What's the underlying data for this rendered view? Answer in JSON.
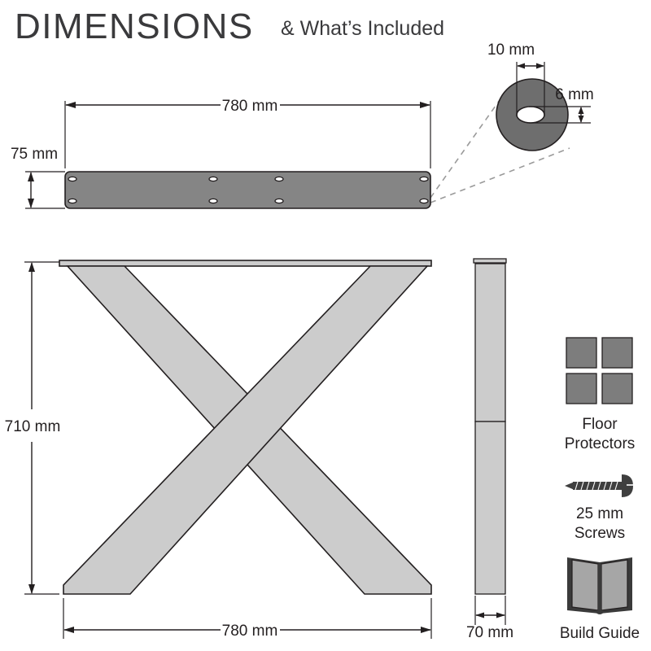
{
  "header": {
    "title_main": "DIMENSIONS",
    "title_sub": "& What’s Included"
  },
  "colors": {
    "bar_fill": "#858585",
    "frame_fill": "#cccccc",
    "washer_fill": "#6e6e6e",
    "pad_fill": "#7d7d7d",
    "screw_fill": "#3f3f3f",
    "book_page_fill": "#a6a6a6",
    "book_spine_fill": "#3a3a3a",
    "outline": "#231f20",
    "callout": "#9a9a9a",
    "background": "#ffffff"
  },
  "views": {
    "washer_detail": {
      "name": "Washer",
      "width_label": "10 mm",
      "height_label": "6 mm"
    },
    "top_bar": {
      "name": "Mounting Bar",
      "length_label": "780 mm",
      "height_label": "75 mm",
      "hole_count": 8
    },
    "x_frame": {
      "name": "X Frame Leg",
      "height_label": "710 mm",
      "width_label": "780 mm"
    },
    "side_profile": {
      "name": "Side Profile",
      "width_label": "70 mm"
    }
  },
  "included_items": [
    {
      "name": "floor-protectors",
      "label_line1": "Floor",
      "label_line2": "Protectors",
      "count": 4
    },
    {
      "name": "screws",
      "label_line1": "25 mm",
      "label_line2": "Screws"
    },
    {
      "name": "build-guide",
      "label_line1": "Build Guide",
      "label_line2": ""
    }
  ]
}
